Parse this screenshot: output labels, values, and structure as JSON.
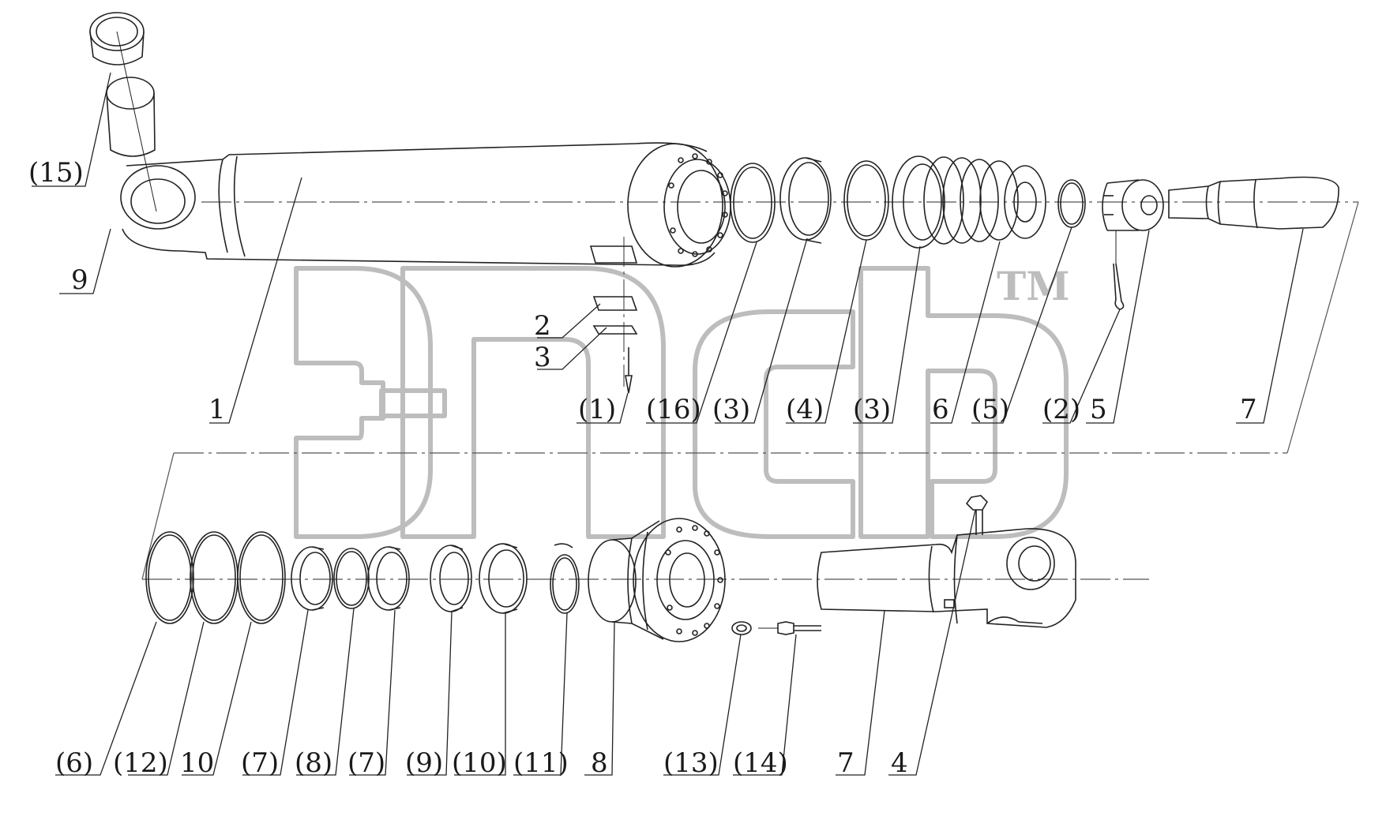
{
  "watermark": {
    "letters": "эпсь",
    "trademark": "TM",
    "color": "#bdbdbd"
  },
  "line_color": "#222222",
  "centerline_color": "#555555",
  "labels_top": [
    {
      "id": "lbl-15",
      "text": "(15)"
    },
    {
      "id": "lbl-9",
      "text": "9"
    },
    {
      "id": "lbl-1",
      "text": "1"
    },
    {
      "id": "lbl-2",
      "text": "2"
    },
    {
      "id": "lbl-3",
      "text": "3"
    },
    {
      "id": "lbl-p1",
      "text": "(1)"
    },
    {
      "id": "lbl-p16",
      "text": "(16)"
    },
    {
      "id": "lbl-p3a",
      "text": "(3)"
    },
    {
      "id": "lbl-p4",
      "text": "(4)"
    },
    {
      "id": "lbl-p3b",
      "text": "(3)"
    },
    {
      "id": "lbl-6",
      "text": "6"
    },
    {
      "id": "lbl-p5",
      "text": "(5)"
    },
    {
      "id": "lbl-p2",
      "text": "(2)"
    },
    {
      "id": "lbl-5",
      "text": "5"
    },
    {
      "id": "lbl-7a",
      "text": "7"
    }
  ],
  "labels_bottom": [
    {
      "id": "lbl-p6",
      "text": "(6)"
    },
    {
      "id": "lbl-p12",
      "text": "(12)"
    },
    {
      "id": "lbl-10",
      "text": "10"
    },
    {
      "id": "lbl-p7a",
      "text": "(7)"
    },
    {
      "id": "lbl-p8",
      "text": "(8)"
    },
    {
      "id": "lbl-p7b",
      "text": "(7)"
    },
    {
      "id": "lbl-p9",
      "text": "(9)"
    },
    {
      "id": "lbl-p10",
      "text": "(10)"
    },
    {
      "id": "lbl-p11",
      "text": "(11)"
    },
    {
      "id": "lbl-8",
      "text": "8"
    },
    {
      "id": "lbl-p13",
      "text": "(13)"
    },
    {
      "id": "lbl-p14",
      "text": "(14)"
    },
    {
      "id": "lbl-7b",
      "text": "7"
    },
    {
      "id": "lbl-4",
      "text": "4"
    }
  ]
}
